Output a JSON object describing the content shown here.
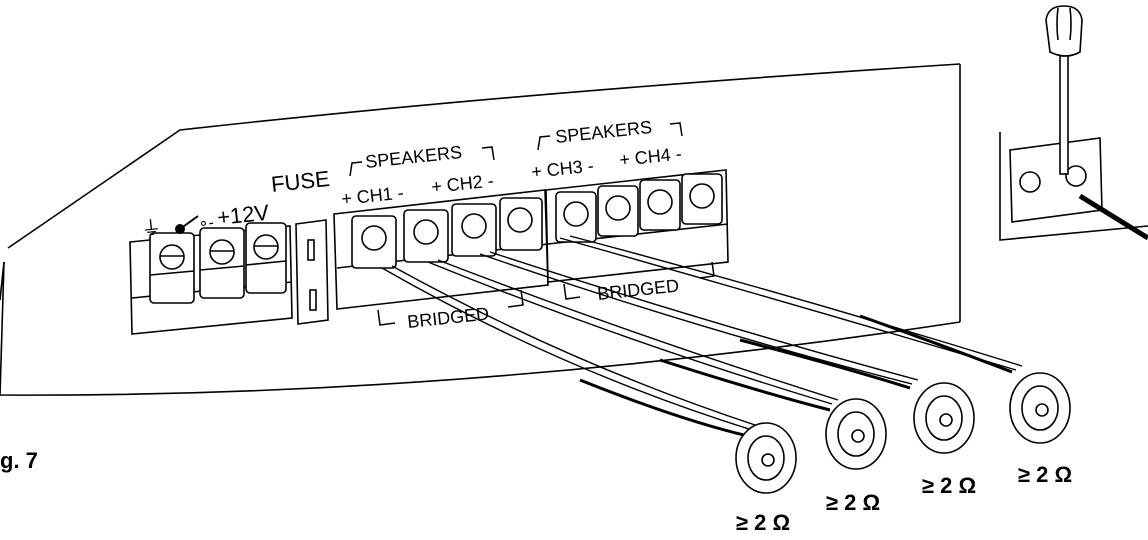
{
  "panel_labels": {
    "ground_symbol": "⏚",
    "switch_label": "∘-",
    "power": "+12V",
    "fuse": "FUSE",
    "speakers_left": "SPEAKERS",
    "speakers_right": "SPEAKERS",
    "ch1": "+ CH1 -",
    "ch2": "+ CH2 -",
    "ch3": "+ CH3 -",
    "ch4": "+ CH4 -",
    "bridged_left": "BRIDGED",
    "bridged_right": "BRIDGED"
  },
  "figure_label": "g. 7",
  "impedance_labels": [
    "≥ 2 Ω",
    "≥ 2 Ω",
    "≥ 2 Ω",
    "≥ 2 Ω"
  ],
  "icons": [
    "ground-icon",
    "switch-icon",
    "fuse-icon",
    "screwdriver-icon",
    "speaker-icon"
  ],
  "colors": {
    "line": "#000000",
    "background": "#ffffff"
  }
}
